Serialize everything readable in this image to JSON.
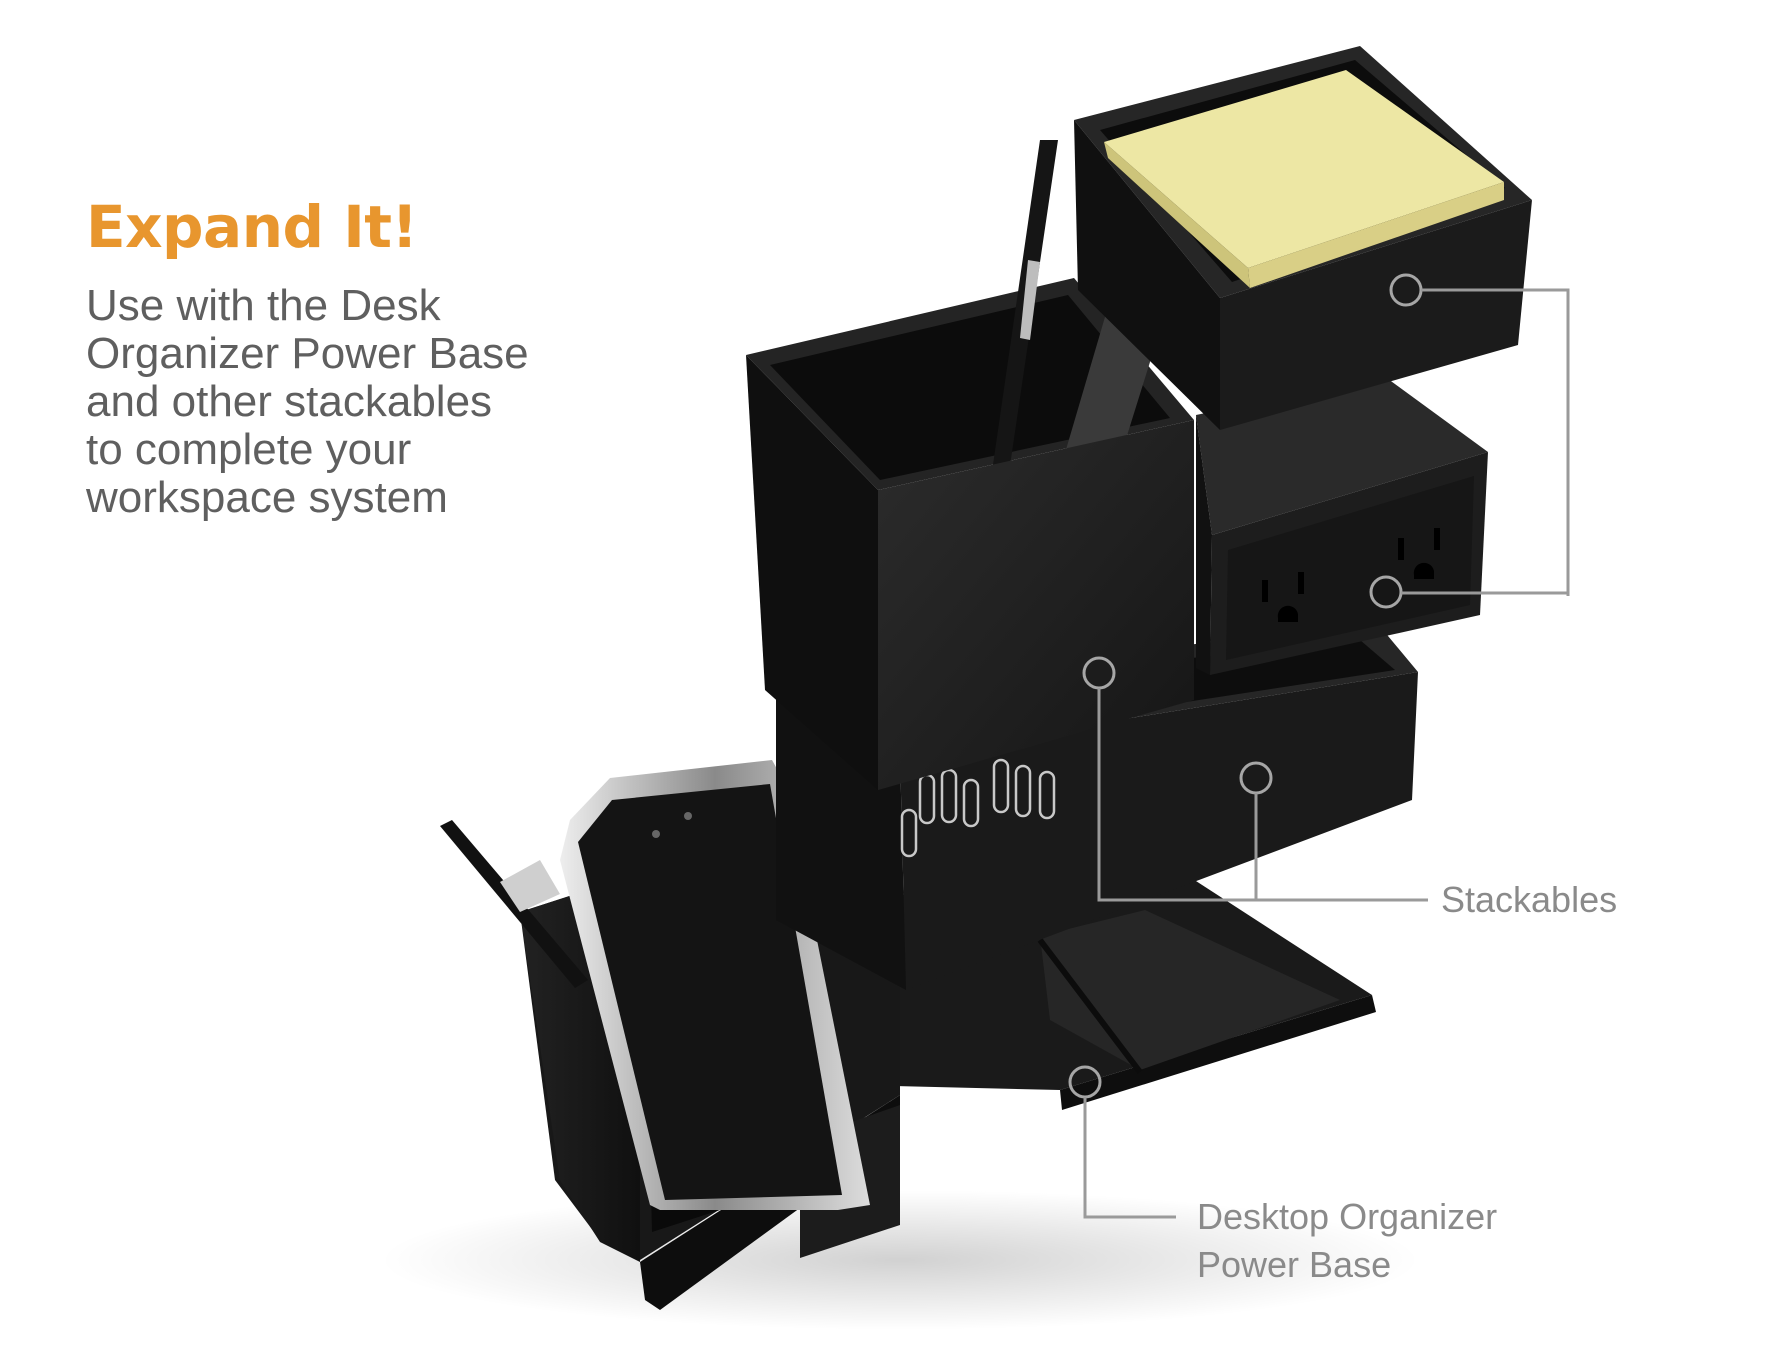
{
  "headline": "Expand It!",
  "subcopy_lines": [
    "Use with the Desk",
    "Organizer Power Base",
    "and other stackables",
    "to complete your",
    "workspace system"
  ],
  "callouts": {
    "stackables": "Stackables",
    "power_base": [
      "Desktop Organizer",
      "Power Base"
    ]
  },
  "colors": {
    "accent": "#E8962E",
    "body_text": "#5F5F5F",
    "callout_text": "#8A8A8A",
    "leader_line": "#9A9A9A",
    "product": "#1F1F1F",
    "sticky_notes": "#EDE7A4"
  }
}
